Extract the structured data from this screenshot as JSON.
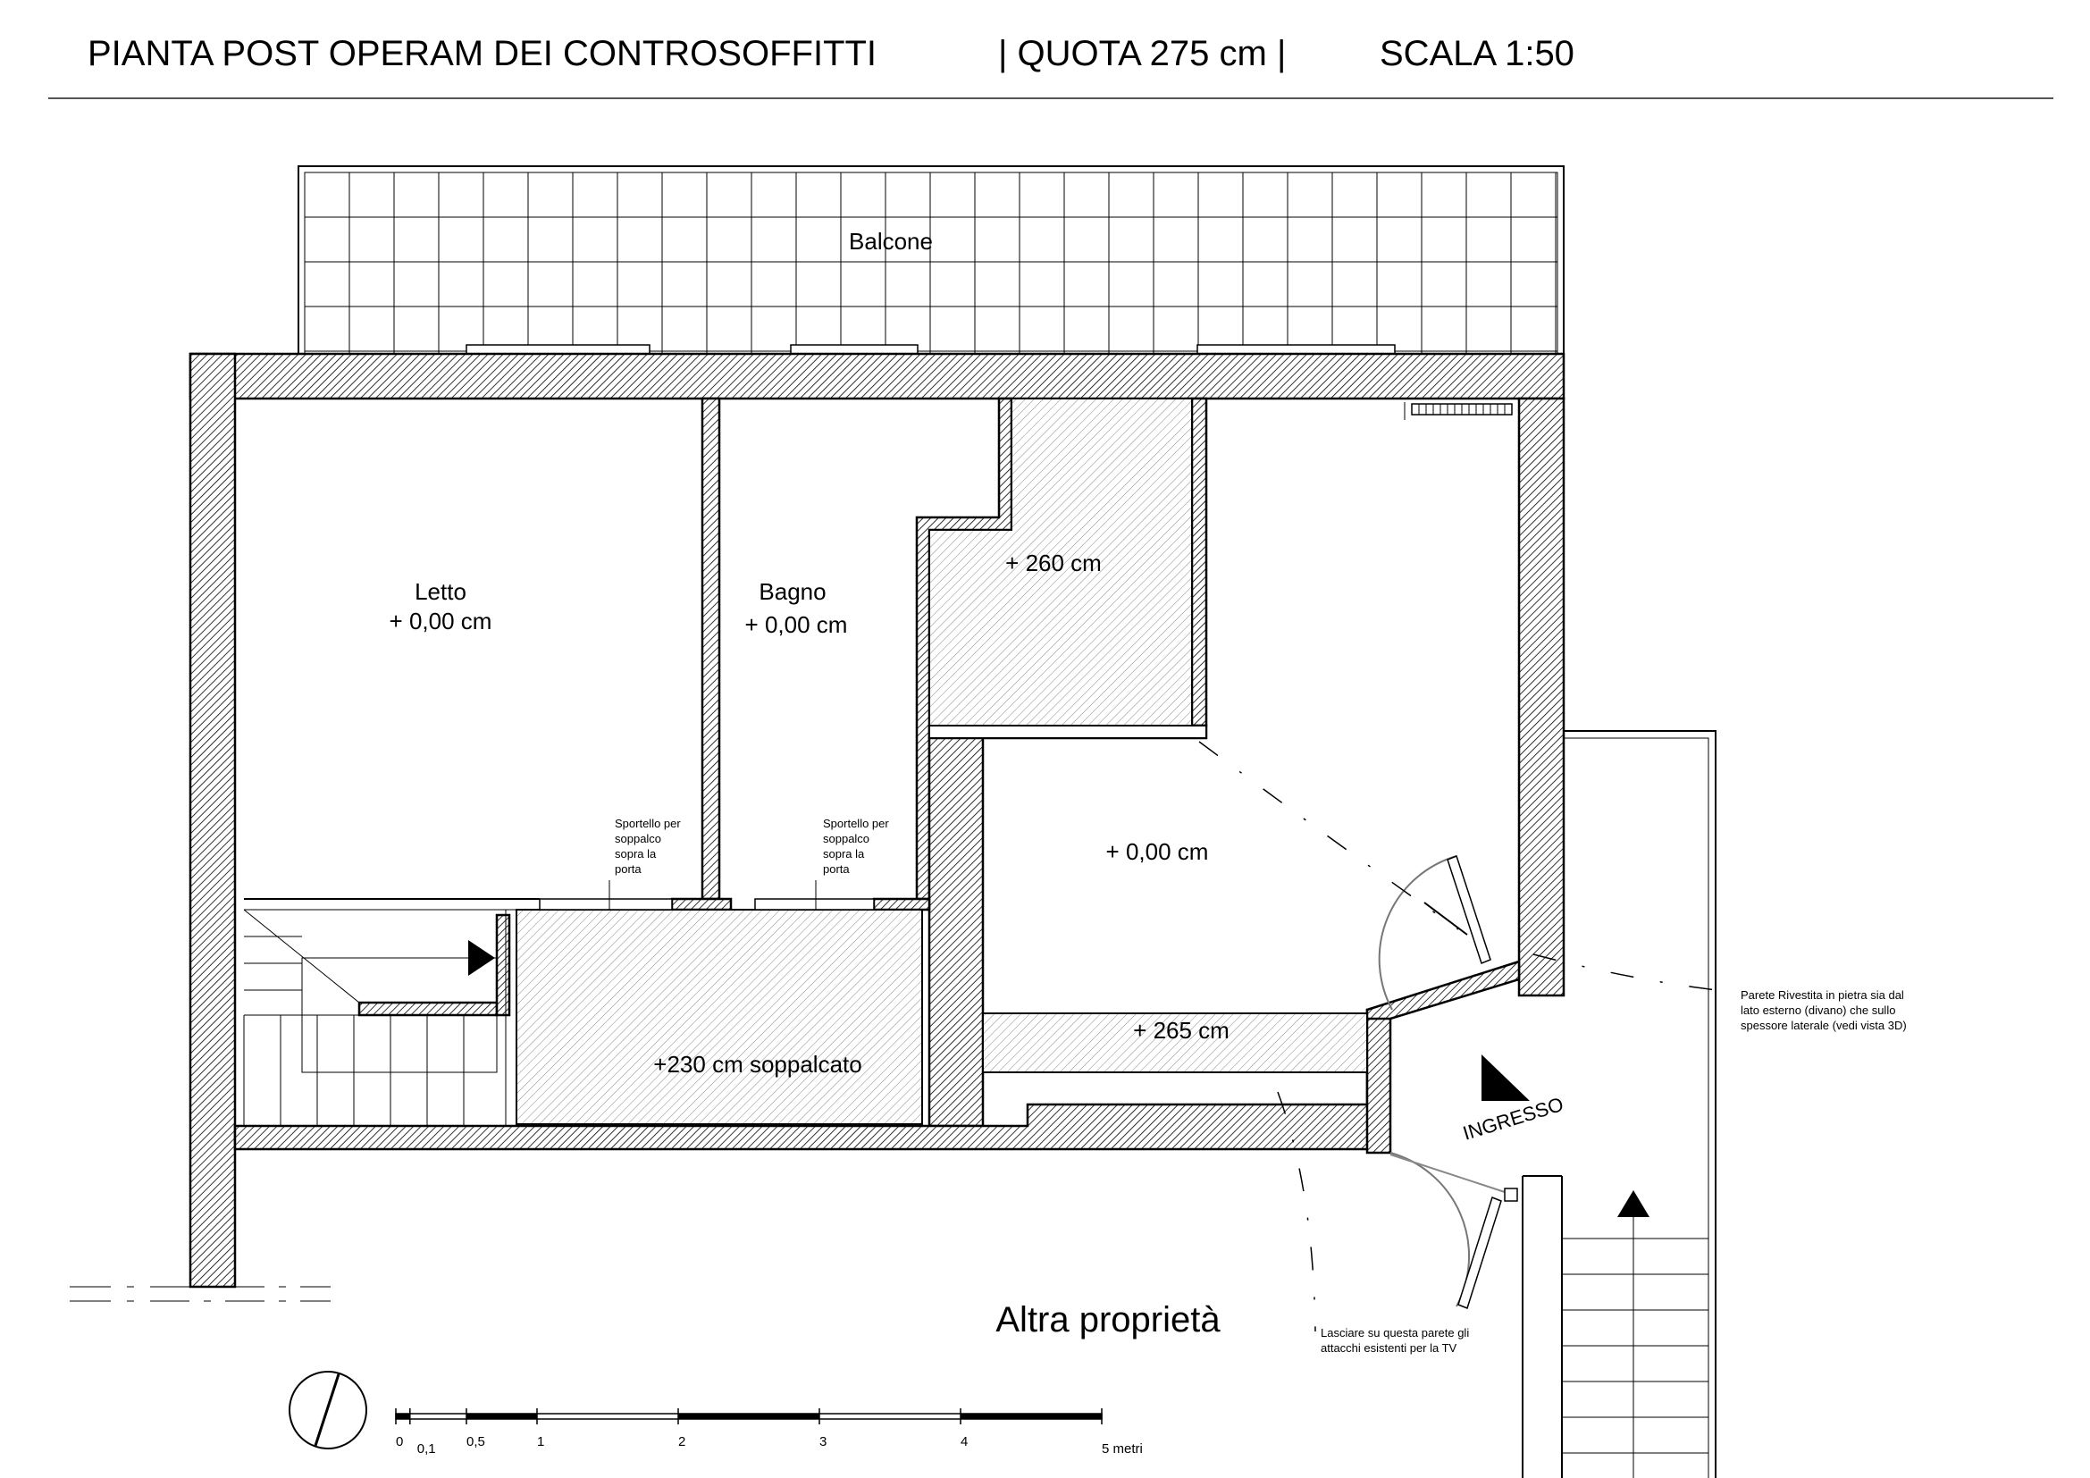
{
  "header": {
    "title": "PIANTA POST OPERAM DEI CONTROSOFFITTI",
    "quota": "| QUOTA 275 cm |",
    "scala": "SCALA 1:50"
  },
  "rooms": {
    "balcone": "Balcone",
    "letto_name": "Letto",
    "letto_level": "+ 0,00 cm",
    "bagno_name": "Bagno",
    "bagno_level": "+ 0,00 cm",
    "ripostiglio_level": "+ 260 cm",
    "soggiorno_level": "+ 0,00 cm",
    "corridoio_level": "+ 265 cm",
    "soppalco_label": "+230 cm soppalcato",
    "ingresso": "INGRESSO",
    "altra_proprieta": "Altra proprietà"
  },
  "notes": {
    "sportello_1": [
      "Sportello per",
      "soppalco",
      "sopra la",
      "porta"
    ],
    "sportello_2": [
      "Sportello per",
      "soppalco",
      "sopra la",
      "porta"
    ],
    "parete_rivestita": [
      "Parete Rivestita in pietra sia dal",
      "lato esterno (divano) che sullo",
      "spessore laterale (vedi vista 3D)"
    ],
    "tv": [
      "Lasciare su questa parete gli",
      "attacchi esistenti per la TV"
    ]
  },
  "scale_bar": {
    "labels": [
      "0",
      "0,1",
      "0,5",
      "1",
      "2",
      "3",
      "4",
      "5 metri"
    ]
  }
}
